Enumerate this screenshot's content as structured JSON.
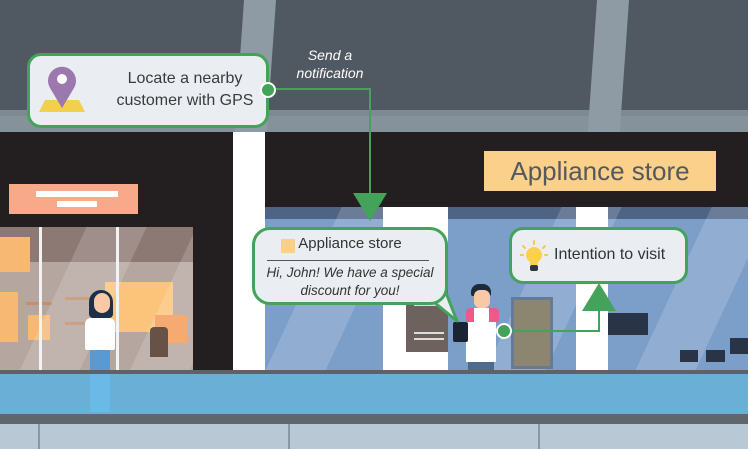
{
  "scene": {
    "title": "Location-based marketing flow"
  },
  "steps": {
    "locate": {
      "text_line1": "Locate a nearby",
      "text_line2": "customer with GPS",
      "icon": "map-pin-icon"
    },
    "send_label_line1": "Send a",
    "send_label_line2": "notification",
    "notification": {
      "title": "Appliance store",
      "body_line1": "Hi, John! We have a special",
      "body_line2": "discount for you!"
    },
    "intention": {
      "text": "Intention to visit",
      "icon": "lightbulb-icon"
    }
  },
  "store": {
    "sign": "Appliance store"
  },
  "colors": {
    "accent_green": "#44a35b",
    "callout_bg": "#eaeef2",
    "store_sign_bg": "#fad08a",
    "pin_purple": "#9b78ad",
    "map_yellow": "#f2cf4c",
    "boutique_sign": "#f8a98a"
  }
}
